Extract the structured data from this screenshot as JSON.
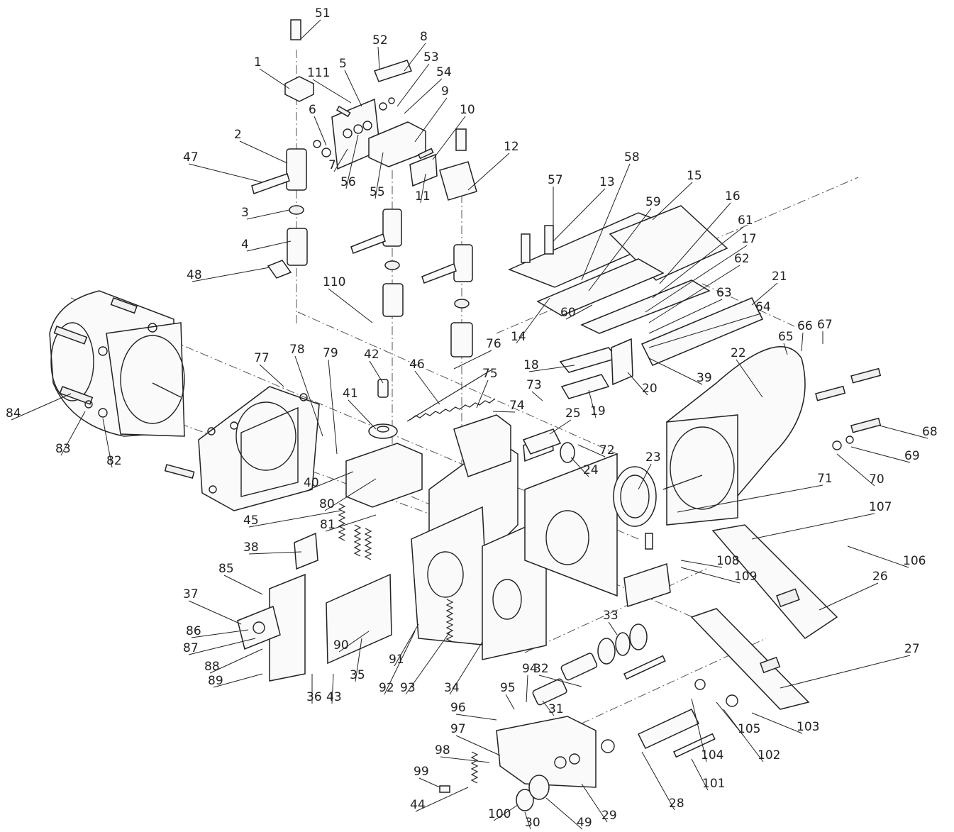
{
  "diagram": {
    "labels": [
      {
        "id": "51",
        "text": "51"
      },
      {
        "id": "1",
        "text": "1"
      },
      {
        "id": "111",
        "text": "111"
      },
      {
        "id": "52",
        "text": "52"
      },
      {
        "id": "8",
        "text": "8"
      },
      {
        "id": "53",
        "text": "53"
      },
      {
        "id": "5",
        "text": "5"
      },
      {
        "id": "54",
        "text": "54"
      },
      {
        "id": "9",
        "text": "9"
      },
      {
        "id": "6",
        "text": "6"
      },
      {
        "id": "10",
        "text": "10"
      },
      {
        "id": "2",
        "text": "2"
      },
      {
        "id": "12",
        "text": "12"
      },
      {
        "id": "47",
        "text": "47"
      },
      {
        "id": "7",
        "text": "7"
      },
      {
        "id": "56",
        "text": "56"
      },
      {
        "id": "55",
        "text": "55"
      },
      {
        "id": "11",
        "text": "11"
      },
      {
        "id": "3",
        "text": "3"
      },
      {
        "id": "57",
        "text": "57"
      },
      {
        "id": "13",
        "text": "13"
      },
      {
        "id": "58",
        "text": "58"
      },
      {
        "id": "15",
        "text": "15"
      },
      {
        "id": "16",
        "text": "16"
      },
      {
        "id": "59",
        "text": "59"
      },
      {
        "id": "4",
        "text": "4"
      },
      {
        "id": "61",
        "text": "61"
      },
      {
        "id": "48",
        "text": "48"
      },
      {
        "id": "17",
        "text": "17"
      },
      {
        "id": "62",
        "text": "62"
      },
      {
        "id": "110",
        "text": "110"
      },
      {
        "id": "21",
        "text": "21"
      },
      {
        "id": "63",
        "text": "63"
      },
      {
        "id": "60",
        "text": "60"
      },
      {
        "id": "64",
        "text": "64"
      },
      {
        "id": "14",
        "text": "14"
      },
      {
        "id": "76",
        "text": "76"
      },
      {
        "id": "42",
        "text": "42"
      },
      {
        "id": "46",
        "text": "46"
      },
      {
        "id": "22",
        "text": "22"
      },
      {
        "id": "65",
        "text": "65"
      },
      {
        "id": "66",
        "text": "66"
      },
      {
        "id": "67",
        "text": "67"
      },
      {
        "id": "79",
        "text": "79"
      },
      {
        "id": "77",
        "text": "77"
      },
      {
        "id": "78",
        "text": "78"
      },
      {
        "id": "18",
        "text": "18"
      },
      {
        "id": "39",
        "text": "39"
      },
      {
        "id": "20",
        "text": "20"
      },
      {
        "id": "41",
        "text": "41"
      },
      {
        "id": "75",
        "text": "75"
      },
      {
        "id": "73",
        "text": "73"
      },
      {
        "id": "19",
        "text": "19"
      },
      {
        "id": "74",
        "text": "74"
      },
      {
        "id": "84",
        "text": "84"
      },
      {
        "id": "25",
        "text": "25"
      },
      {
        "id": "68",
        "text": "68"
      },
      {
        "id": "69",
        "text": "69"
      },
      {
        "id": "83",
        "text": "83"
      },
      {
        "id": "72",
        "text": "72"
      },
      {
        "id": "82",
        "text": "82"
      },
      {
        "id": "24",
        "text": "24"
      },
      {
        "id": "23",
        "text": "23"
      },
      {
        "id": "70",
        "text": "70"
      },
      {
        "id": "40",
        "text": "40"
      },
      {
        "id": "71",
        "text": "71"
      },
      {
        "id": "80",
        "text": "80"
      },
      {
        "id": "107",
        "text": "107"
      },
      {
        "id": "45",
        "text": "45"
      },
      {
        "id": "81",
        "text": "81"
      },
      {
        "id": "38",
        "text": "38"
      },
      {
        "id": "108",
        "text": "108"
      },
      {
        "id": "106",
        "text": "106"
      },
      {
        "id": "109",
        "text": "109"
      },
      {
        "id": "85",
        "text": "85"
      },
      {
        "id": "26",
        "text": "26"
      },
      {
        "id": "37",
        "text": "37"
      },
      {
        "id": "33",
        "text": "33"
      },
      {
        "id": "86",
        "text": "86"
      },
      {
        "id": "90",
        "text": "90"
      },
      {
        "id": "87",
        "text": "87"
      },
      {
        "id": "88",
        "text": "88"
      },
      {
        "id": "91",
        "text": "91"
      },
      {
        "id": "89",
        "text": "89"
      },
      {
        "id": "27",
        "text": "27"
      },
      {
        "id": "36",
        "text": "36"
      },
      {
        "id": "43",
        "text": "43"
      },
      {
        "id": "35",
        "text": "35"
      },
      {
        "id": "92",
        "text": "92"
      },
      {
        "id": "93",
        "text": "93"
      },
      {
        "id": "34",
        "text": "34"
      },
      {
        "id": "32",
        "text": "32"
      },
      {
        "id": "94",
        "text": "94"
      },
      {
        "id": "95",
        "text": "95"
      },
      {
        "id": "31",
        "text": "31"
      },
      {
        "id": "96",
        "text": "96"
      },
      {
        "id": "103",
        "text": "103"
      },
      {
        "id": "105",
        "text": "105"
      },
      {
        "id": "97",
        "text": "97"
      },
      {
        "id": "104",
        "text": "104"
      },
      {
        "id": "102",
        "text": "102"
      },
      {
        "id": "98",
        "text": "98"
      },
      {
        "id": "99",
        "text": "99"
      },
      {
        "id": "101",
        "text": "101"
      },
      {
        "id": "44",
        "text": "44"
      },
      {
        "id": "28",
        "text": "28"
      },
      {
        "id": "100",
        "text": "100"
      },
      {
        "id": "30",
        "text": "30"
      },
      {
        "id": "49",
        "text": "49"
      },
      {
        "id": "29",
        "text": "29"
      }
    ]
  }
}
